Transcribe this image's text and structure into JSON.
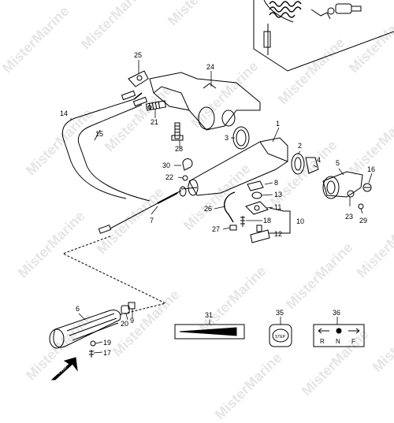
{
  "watermark": "MisterMarine",
  "part_labels": [
    "1",
    "2",
    "3",
    "4",
    "5",
    "6",
    "7",
    "8",
    "9",
    "10",
    "11",
    "12",
    "13",
    "14",
    "15",
    "16",
    "17",
    "18",
    "19",
    "20",
    "21",
    "22",
    "23",
    "24",
    "25",
    "26",
    "27",
    "28",
    "29",
    "30",
    "31",
    "35",
    "36"
  ],
  "fwd_label": "FWD",
  "step_label": "STEP",
  "shift_letters": [
    "R",
    "N",
    "F"
  ]
}
